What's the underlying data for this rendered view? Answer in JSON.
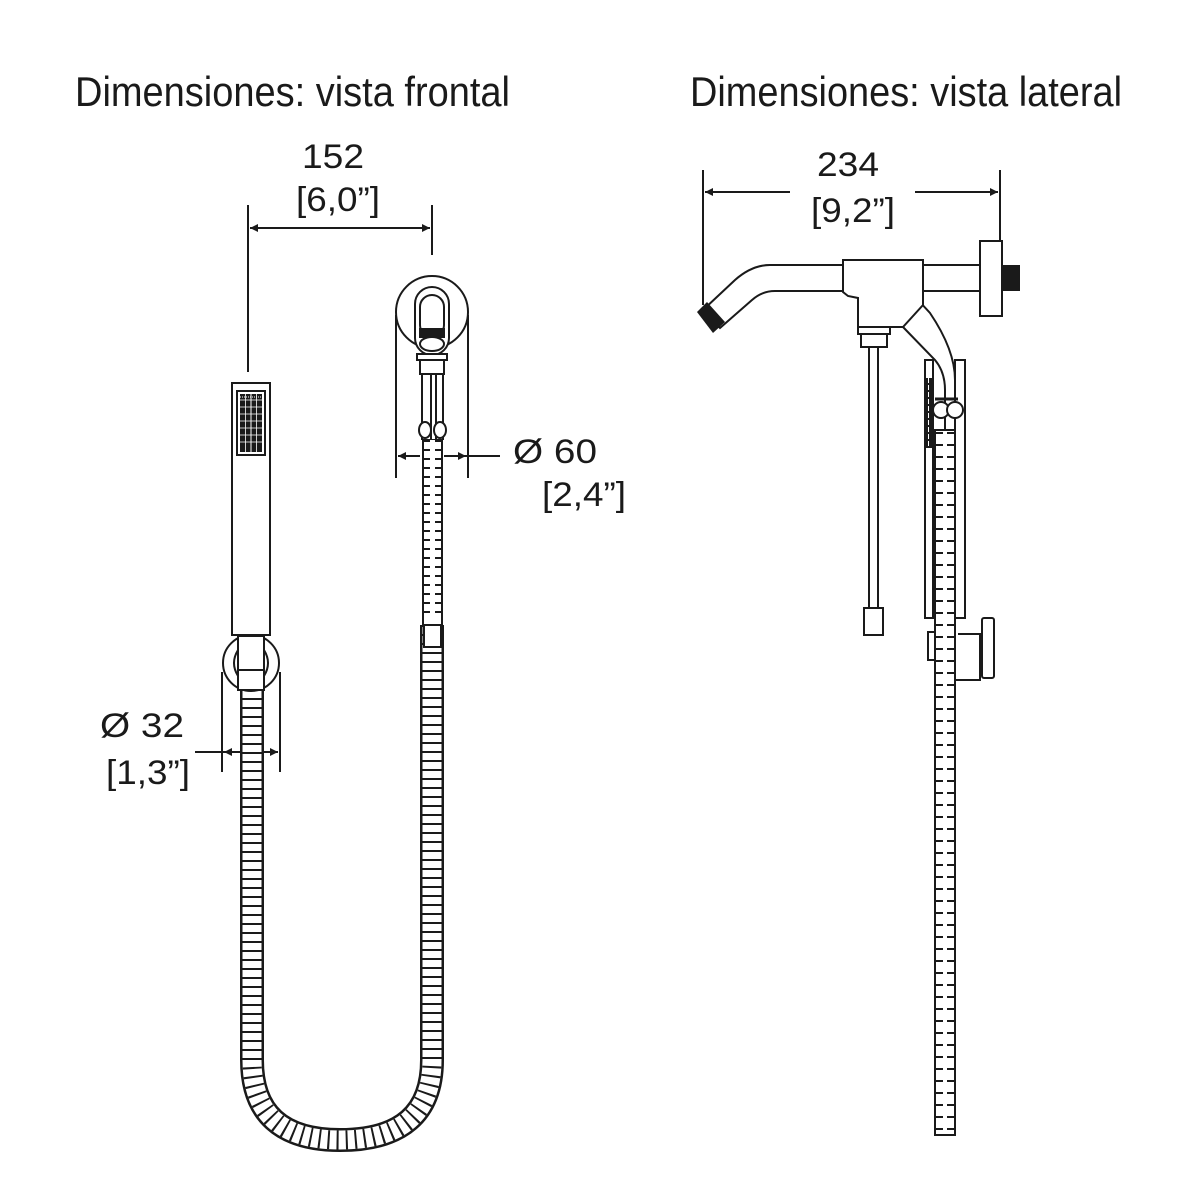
{
  "front_view": {
    "title": "Dimensiones: vista frontal",
    "width_mm": "152",
    "width_in": "[6,0”]",
    "flange_diameter_mm": "Ø 60",
    "flange_diameter_in": "[2,4”]",
    "holder_diameter_mm": "Ø 32",
    "holder_diameter_in": "[1,3”]"
  },
  "side_view": {
    "title": "Dimensiones: vista lateral",
    "depth_mm": "234",
    "depth_in": "[9,2”]"
  },
  "colors": {
    "line": "#1a1a1a",
    "background": "#ffffff"
  }
}
